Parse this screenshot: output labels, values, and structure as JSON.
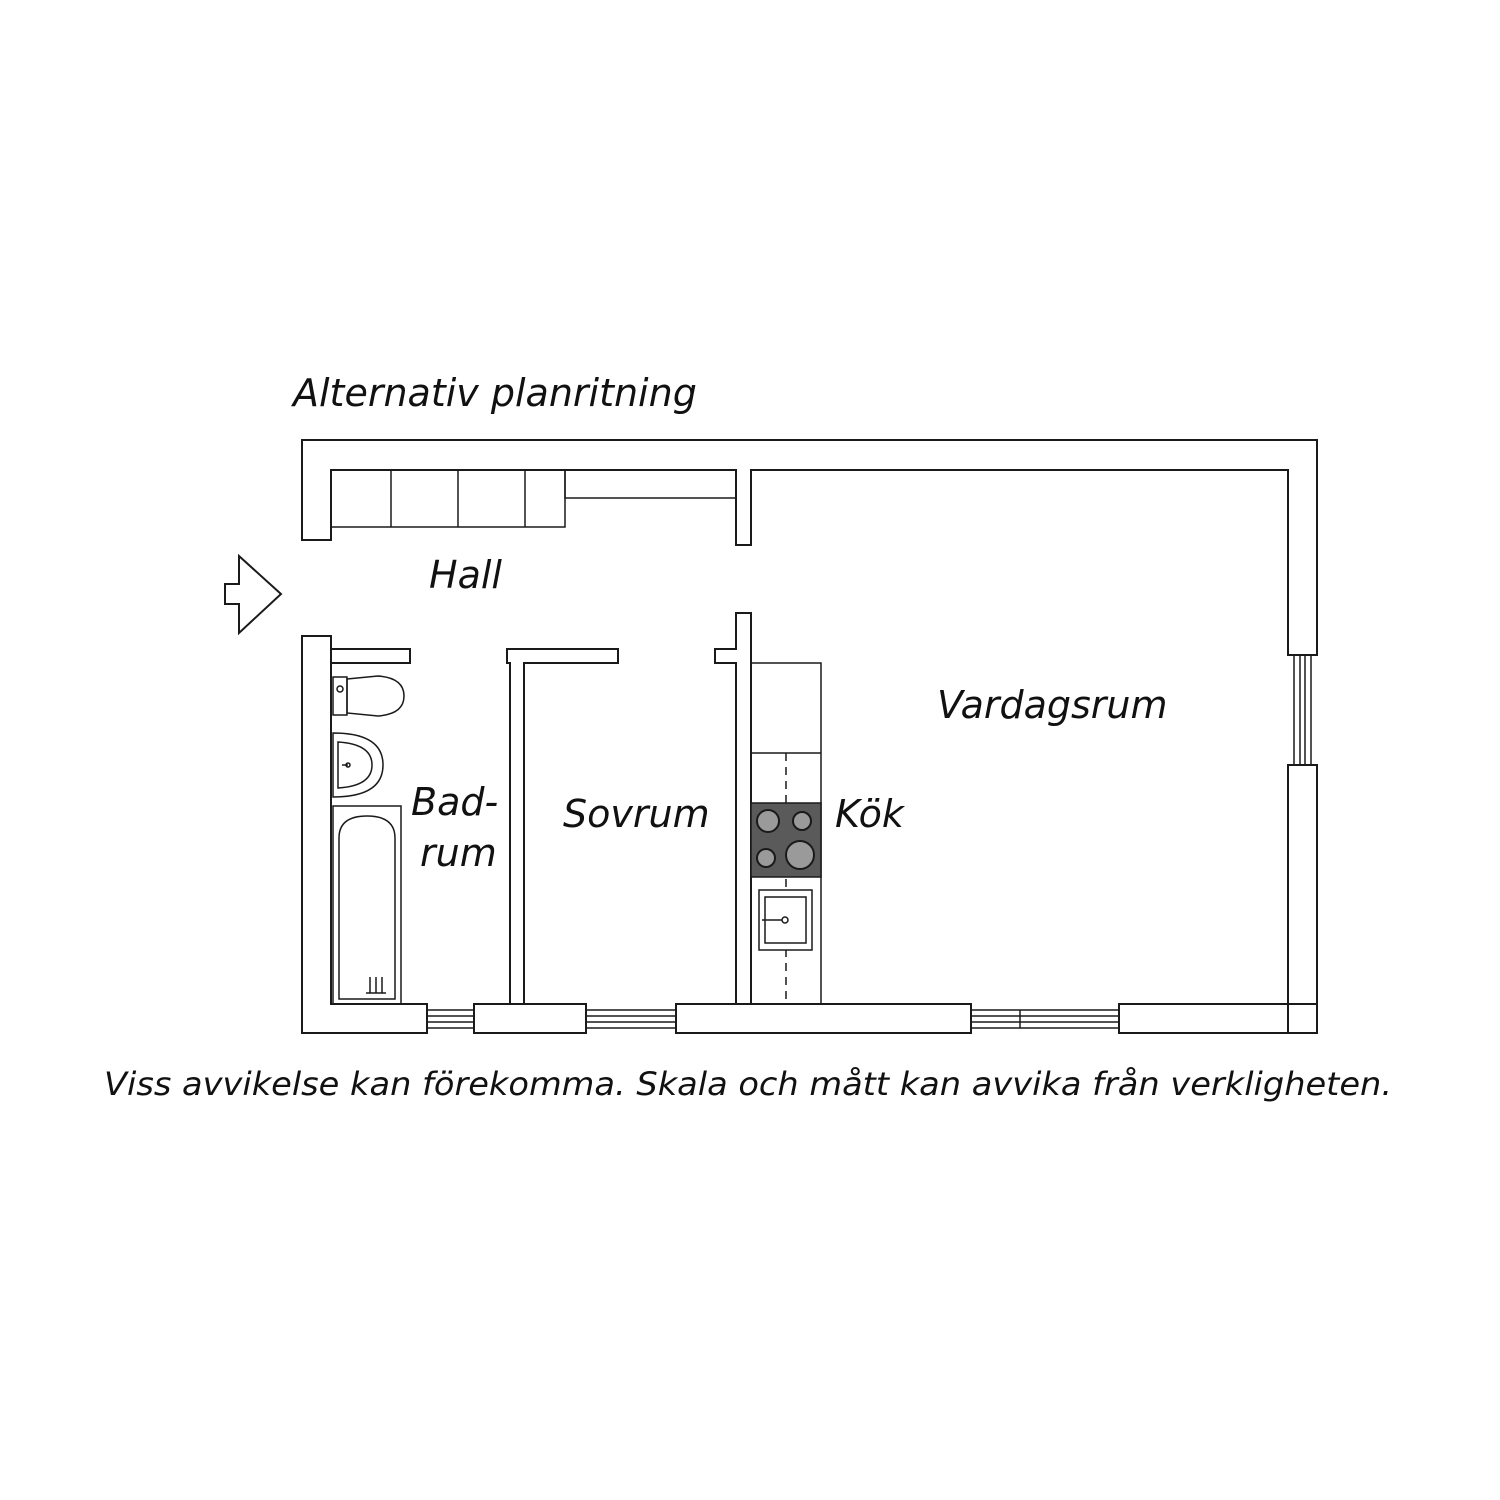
{
  "plan": {
    "title": "Alternativ planritning",
    "disclaimer": "Viss avvikelse kan förekomma. Skala och mått kan avvika från verkligheten.",
    "rooms": {
      "hall": "Hall",
      "vardagsrum": "Vardagsrum",
      "badrum_line1": "Bad-",
      "badrum_line2": "rum",
      "sovrum": "Sovrum",
      "kok": "Kök"
    }
  },
  "colors": {
    "line": "#1a1a1a",
    "stove_panel": "#5a5a5a",
    "burner": "#9a9a9a",
    "background": "#ffffff"
  }
}
